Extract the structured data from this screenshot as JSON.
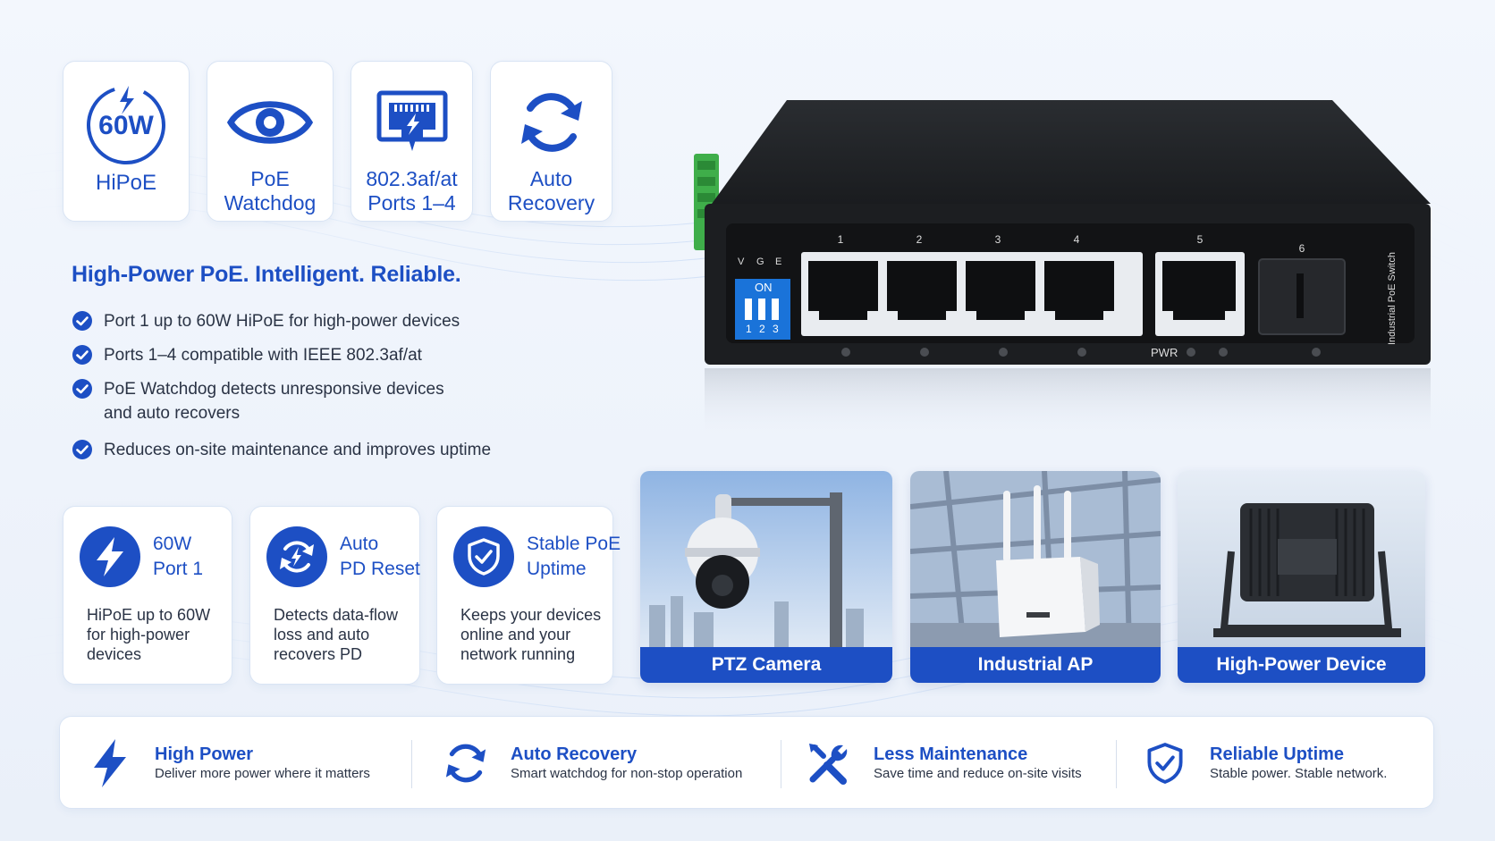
{
  "top_cards": [
    {
      "badge": "60W",
      "label": "HiPoE",
      "icon": "lightning-badge-icon"
    },
    {
      "label_1": "PoE",
      "label_2": "Watchdog",
      "icon": "eye-icon"
    },
    {
      "label_1": "802.3af/at",
      "label_2": "Ports 1–4",
      "icon": "ethernet-port-icon"
    },
    {
      "label_1": "Auto",
      "label_2": "Recovery",
      "icon": "refresh-icon"
    }
  ],
  "headline": "High-Power PoE. Intelligent. Reliable.",
  "bullets": [
    "Port 1 up to 60W HiPoE for high-power devices",
    "Ports 1–4 compatible with IEEE 802.3af/at",
    "PoE Watchdog detects unresponsive devices and auto recovers",
    "Reduces on-site maintenance and improves uptime"
  ],
  "mid_cards": [
    {
      "title_1": "60W",
      "title_2": "Port 1",
      "desc": "HiPoE up to 60W for high-power devices",
      "icon": "lightning-icon"
    },
    {
      "title_1": "Auto",
      "title_2": "PD Reset",
      "desc": "Detects data-flow loss and auto recovers PD",
      "icon": "refresh-lightning-icon"
    },
    {
      "title_1": "Stable PoE",
      "title_2": "Uptime",
      "desc": "Keeps your devices online and your network running",
      "icon": "shield-check-icon"
    }
  ],
  "switch": {
    "dip_on": "ON",
    "dip_numbers": [
      "1",
      "2",
      "3"
    ],
    "side_letters": [
      "V",
      "G",
      "E"
    ],
    "port_numbers": [
      "1",
      "2",
      "3",
      "4",
      "5",
      "6"
    ],
    "pwr": "PWR",
    "side_label": "Industrial PoE Switch"
  },
  "applications": [
    {
      "caption": "PTZ Camera"
    },
    {
      "caption": "Industrial AP"
    },
    {
      "caption": "High-Power Device"
    }
  ],
  "strip": [
    {
      "title": "High Power",
      "desc": "Deliver more power where it matters",
      "icon": "lightning-icon"
    },
    {
      "title": "Auto Recovery",
      "desc": "Smart watchdog for non-stop operation",
      "icon": "refresh-icon"
    },
    {
      "title": "Less Maintenance",
      "desc": "Save time and reduce on-site visits",
      "icon": "tools-icon"
    },
    {
      "title": "Reliable Uptime",
      "desc": "Stable power. Stable network.",
      "icon": "shield-check-icon"
    }
  ],
  "colors": {
    "accent": "#1d4fc4",
    "text": "#2a3345",
    "card_border": "#d9e4f4",
    "device": "#1c1e21"
  }
}
